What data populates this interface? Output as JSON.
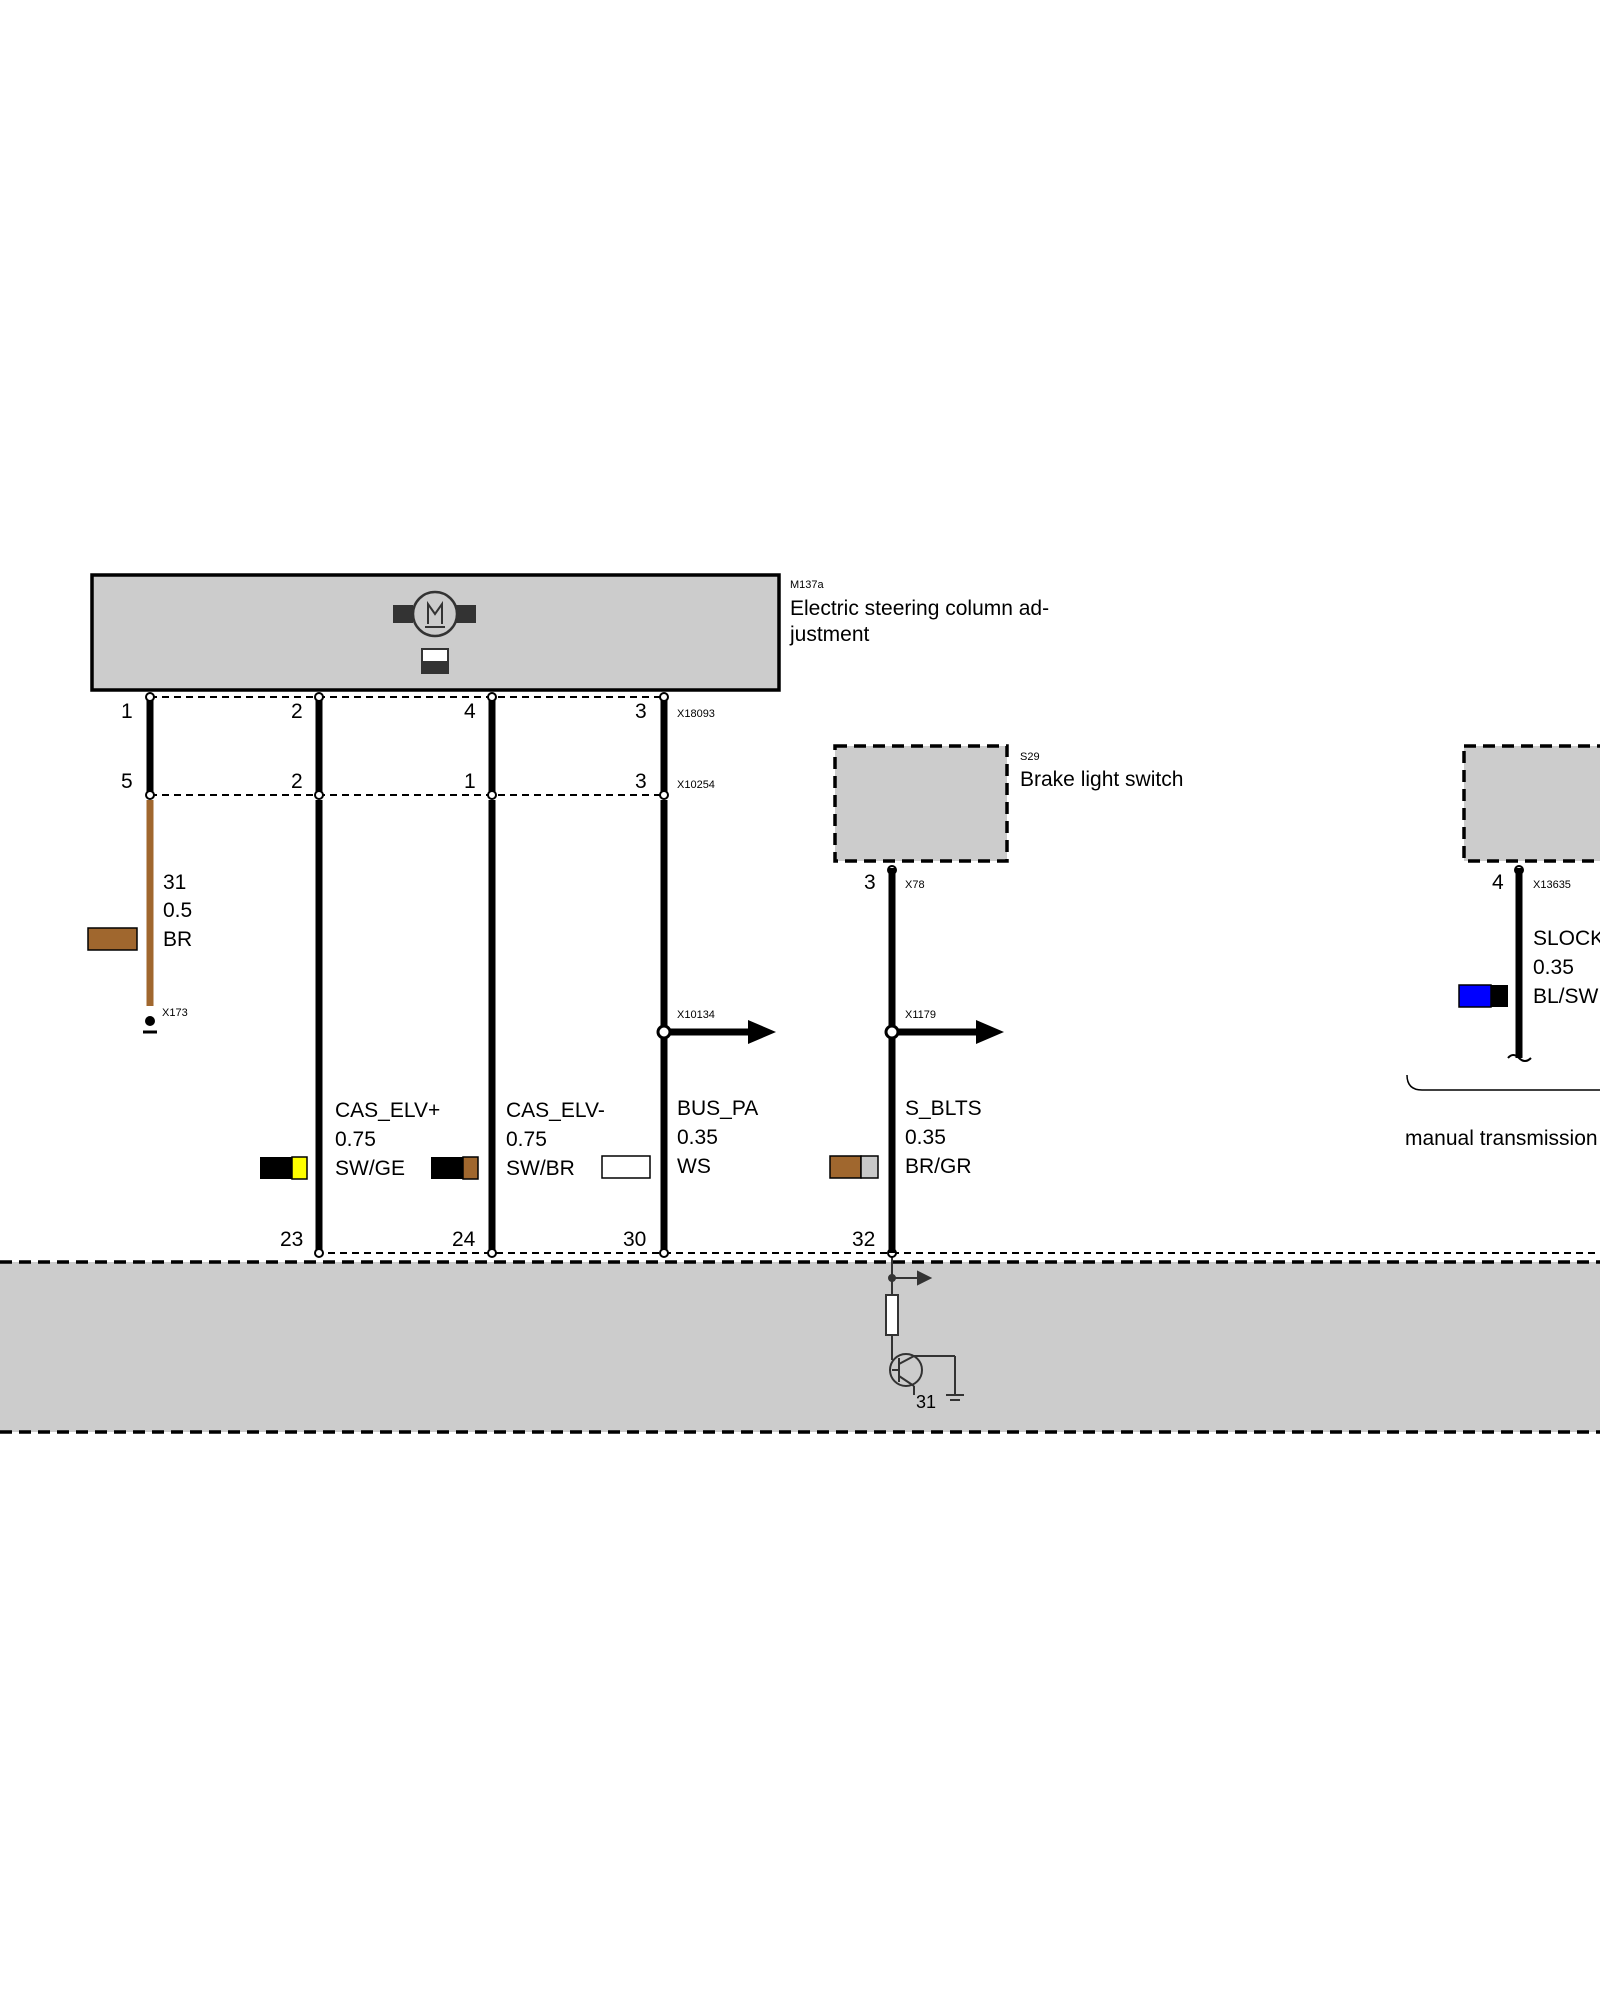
{
  "components": {
    "steering": {
      "id": "M137a",
      "name_line1": "Electric steering column ad-",
      "name_line2": "justment"
    },
    "brake": {
      "id": "S29",
      "name": "Brake light switch"
    },
    "clutch": {
      "pin": "4",
      "connector": "X13635",
      "signal": "SLOCK",
      "gauge": "0.35",
      "color": "BL/SW",
      "note": "manual transmission"
    }
  },
  "connectors": {
    "top": "X18093",
    "mid": "X10254",
    "ground": "X173",
    "bus_split": "X10134",
    "brake_out": "X78",
    "brake_split": "X1179"
  },
  "pins_top": [
    "1",
    "2",
    "4",
    "3"
  ],
  "pins_mid": [
    "5",
    "2",
    "1",
    "3"
  ],
  "pins_bottom": [
    "23",
    "24",
    "30",
    "32"
  ],
  "brake_pin": "3",
  "ground_wire": {
    "signal": "31",
    "gauge": "0.5",
    "color": "BR"
  },
  "wires": [
    {
      "signal": "CAS_ELV+",
      "gauge": "0.75",
      "color": "SW/GE"
    },
    {
      "signal": "CAS_ELV-",
      "gauge": "0.75",
      "color": "SW/BR"
    },
    {
      "signal": "BUS_PA",
      "gauge": "0.35",
      "color": "WS"
    },
    {
      "signal": "S_BLTS",
      "gauge": "0.35",
      "color": "BR/GR"
    }
  ],
  "ground_terminal": "31",
  "colors": {
    "box_fill": "#cccccc",
    "brown": "#a0672e",
    "yellow": "#ffff00",
    "blue": "#0000ff",
    "grey": "#c8c8c8",
    "black": "#000000"
  }
}
